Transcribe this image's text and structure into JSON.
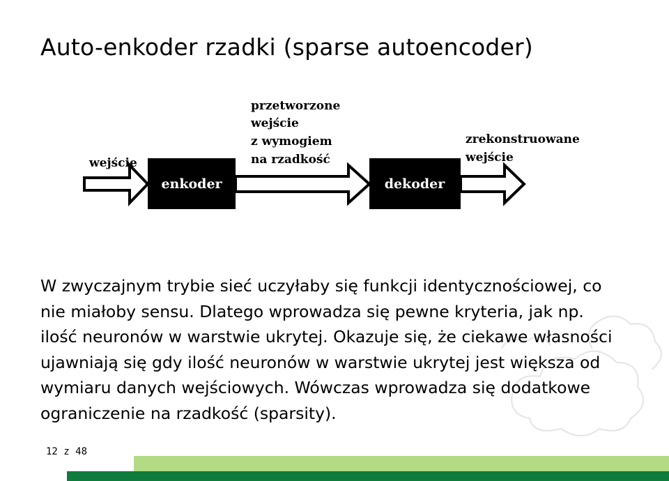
{
  "title": "Auto-enkoder rzadki (sparse autoencoder)",
  "diagram": {
    "input_label": "wejście",
    "encoder_label": "enkoder",
    "middle_label_lines": [
      "przetworzone",
      "wejście",
      "z wymogiem",
      "na rzadkość"
    ],
    "decoder_label": "dekoder",
    "output_label_lines": [
      "zrekonstruowane",
      "wejście"
    ]
  },
  "body_lines": [
    "W zwyczajnym trybie sieć uczyłaby się funkcji identycznościowej, co",
    "nie miałoby sensu. Dlatego wprowadza się pewne kryteria, jak np.",
    "ilość neuronów w warstwie ukrytej. Okazuje się, że ciekawe własności",
    "ujawniają się gdy ilość neuronów w warstwie ukrytej jest większa od",
    "wymiaru danych wejściowych. Wówczas wprowadza się dodatkowe",
    "ograniczenie na rzadkość (sparsity)."
  ],
  "page_number": "12 z 48",
  "colors": {
    "footer_light": "#b3db86",
    "footer_dark": "#0f7b3c"
  }
}
